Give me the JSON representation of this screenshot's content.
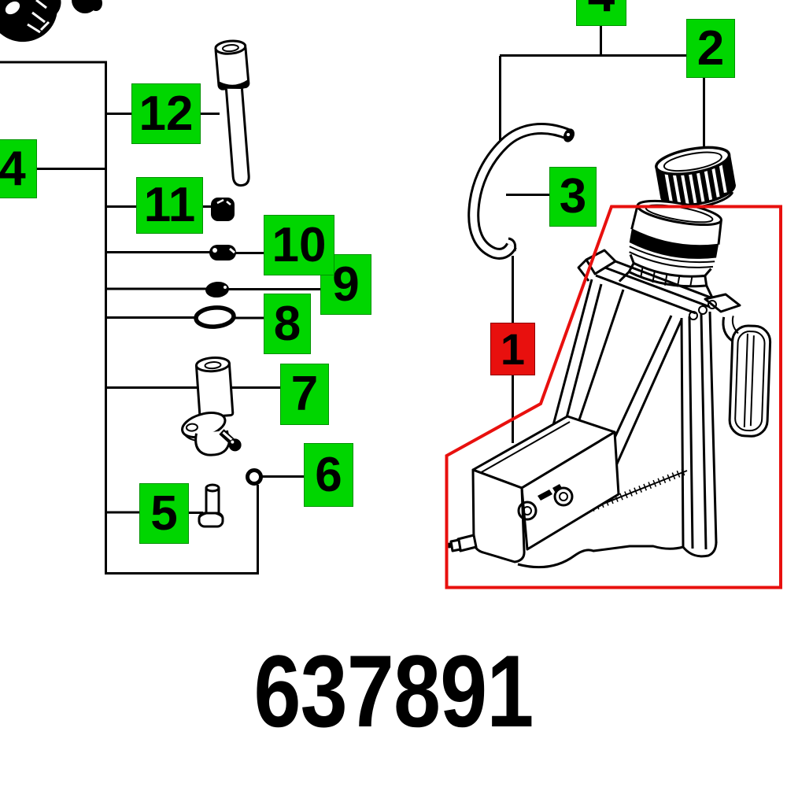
{
  "part_number": "637891",
  "colors": {
    "label_green": "#00d600",
    "label_green_border": "#009100",
    "label_red": "#e8100e",
    "line": "#000000",
    "background": "#ffffff"
  },
  "callouts": {
    "c1": {
      "text": "1",
      "highlighted": true
    },
    "c2": {
      "text": "2"
    },
    "c3": {
      "text": "3"
    },
    "c4": {
      "text": "4"
    },
    "c5": {
      "text": "5"
    },
    "c6": {
      "text": "6"
    },
    "c7": {
      "text": "7"
    },
    "c8": {
      "text": "8"
    },
    "c9": {
      "text": "9"
    },
    "c10": {
      "text": "10"
    },
    "c11": {
      "text": "11"
    },
    "c12": {
      "text": "12"
    }
  }
}
